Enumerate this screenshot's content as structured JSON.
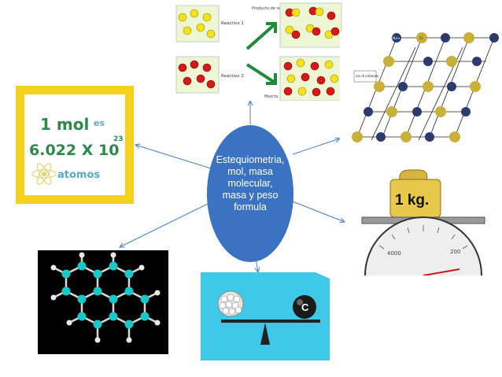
{
  "center": {
    "label_lines": [
      "Estequiometria,",
      "mol, masa",
      "molecular,",
      "masa y peso",
      "formula"
    ]
  },
  "mol_card": {
    "line1": "1 mol",
    "line1_suffix": "es",
    "line2": "6.022 X 10",
    "exponent": "23",
    "line3": "atomos"
  },
  "reaction": {
    "label_reactivo1": "Reactivo 1",
    "label_reactivo2": "Reactivo 2",
    "label_producto": "Producto de reacción",
    "label_mezcla": "Mezcla"
  },
  "crystal": {
    "ion_na": "Na+",
    "ion_cl": "Cl-",
    "callout": "ion di cationes"
  },
  "weight": {
    "label": "1 kg.",
    "scale_marks": [
      "4000",
      "200"
    ]
  },
  "balance": {
    "coin_letter": "C"
  },
  "colors": {
    "center_fill": "#3c72c2",
    "link": "#4a7dbf",
    "gold_frame": "#f2d21c",
    "mol_green": "#2d8a4a",
    "water_bg": "#3fc8e8"
  }
}
